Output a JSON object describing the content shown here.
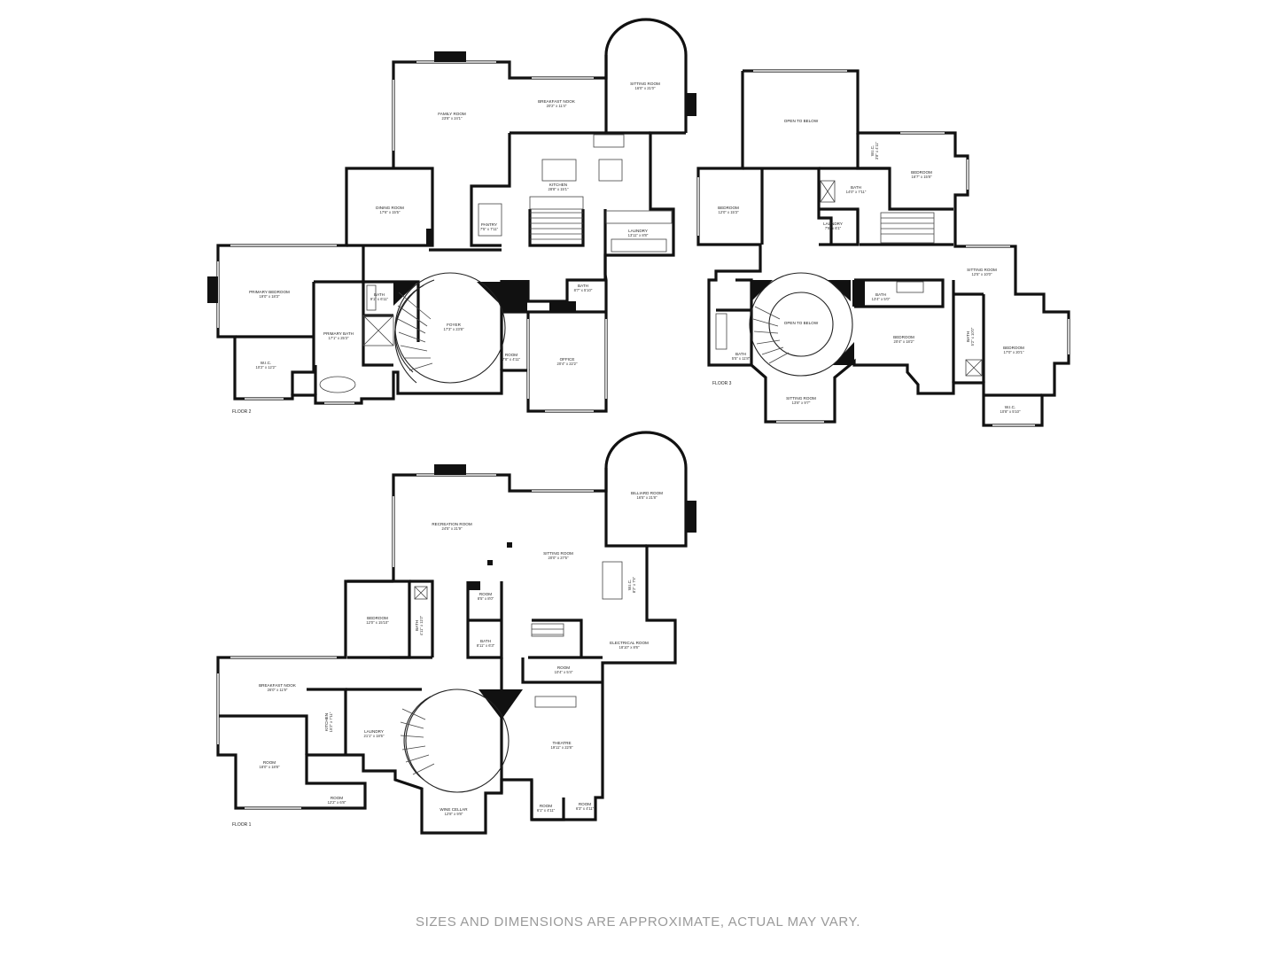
{
  "disclaimer": "SIZES AND DIMENSIONS ARE APPROXIMATE, ACTUAL MAY VARY.",
  "floors": [
    {
      "id": "floor2",
      "label": "FLOOR 2",
      "rooms": [
        {
          "name": "FAMILY ROOM",
          "dim": "23'8\" x 24'1\""
        },
        {
          "name": "BREAKFAST NOOK",
          "dim": "20'2\" x 11'4\""
        },
        {
          "name": "SITTING ROOM",
          "dim": "16'0\" x 21'0\""
        },
        {
          "name": "DINING ROOM",
          "dim": "17'6\" x 15'5\""
        },
        {
          "name": "KITCHEN",
          "dim": "28'8\" x 15'1\""
        },
        {
          "name": "PANTRY",
          "dim": "7'5\" x 7'11\""
        },
        {
          "name": "LAUNDRY",
          "dim": "13'11\" x 8'8\""
        },
        {
          "name": "PRIMARY BEDROOM",
          "dim": "19'0\" x 18'3\""
        },
        {
          "name": "BATH",
          "dim": "9'1\" x 6'11\""
        },
        {
          "name": "PRIMARY BATH",
          "dim": "17'1\" x 25'3\""
        },
        {
          "name": "W.I.C.",
          "dim": "10'2\" x 12'2\""
        },
        {
          "name": "FOYER",
          "dim": "17'3\" x 23'8\""
        },
        {
          "name": "BATH",
          "dim": "8'7\" x 5'10\""
        },
        {
          "name": "ROOM",
          "dim": "7'8\" x 4'11\""
        },
        {
          "name": "OFFICE",
          "dim": "20'4\" x 22'2\""
        }
      ]
    },
    {
      "id": "floor3",
      "label": "FLOOR 3",
      "rooms": [
        {
          "name": "OPEN TO BELOW",
          "dim": ""
        },
        {
          "name": "BEDROOM",
          "dim": "16'7\" x 15'8\""
        },
        {
          "name": "W.I.C.",
          "dim": "3'8\" x 4'11\""
        },
        {
          "name": "BATH",
          "dim": "14'0\" x 7'11\""
        },
        {
          "name": "BEDROOM",
          "dim": "12'0\" x 15'3\""
        },
        {
          "name": "LAUNDRY",
          "dim": "7'8\" x 6'1\""
        },
        {
          "name": "SITTING ROOM",
          "dim": "12'5\" x 10'0\""
        },
        {
          "name": "BATH",
          "dim": "13'4\" x 5'0\""
        },
        {
          "name": "OPEN TO BELOW",
          "dim": ""
        },
        {
          "name": "BEDROOM",
          "dim": "20'4\" x 18'2\""
        },
        {
          "name": "BATH",
          "dim": "5'5\" x 11'8\""
        },
        {
          "name": "SITTING ROOM",
          "dim": "13'8\" x 9'7\""
        },
        {
          "name": "BATH",
          "dim": "5'2\" x 10'0\""
        },
        {
          "name": "BEDROOM",
          "dim": "17'0\" x 20'1\""
        },
        {
          "name": "W.I.C.",
          "dim": "10'8\" x 5'10\""
        }
      ]
    },
    {
      "id": "floor1",
      "label": "FLOOR 1",
      "rooms": [
        {
          "name": "RECREATION ROOM",
          "dim": "24'5\" x 21'9\""
        },
        {
          "name": "BILLIARD ROOM",
          "dim": "16'5\" x 21'8\""
        },
        {
          "name": "SITTING ROOM",
          "dim": "20'0\" x 27'5\""
        },
        {
          "name": "BEDROOM",
          "dim": "12'0\" x 15'10\""
        },
        {
          "name": "BATH",
          "dim": "4'11\" x 11'0\""
        },
        {
          "name": "ROOM",
          "dim": "8'5\" x 8'0\""
        },
        {
          "name": "BATH",
          "dim": "8'11\" x 6'3\""
        },
        {
          "name": "W.I.C.",
          "dim": "8'2\" x 7'5\""
        },
        {
          "name": "ELECTRICAL ROOM",
          "dim": "18'10\" x 8'6\""
        },
        {
          "name": "ROOM",
          "dim": "10'4\" x 5'4\""
        },
        {
          "name": "BREAKFAST NOOK",
          "dim": "26'0\" x 11'9\""
        },
        {
          "name": "KITCHEN",
          "dim": "15'2\" x 7'11\""
        },
        {
          "name": "LAUNDRY",
          "dim": "21'1\" x 18'5\""
        },
        {
          "name": "THEATRE",
          "dim": "19'11\" x 22'8\""
        },
        {
          "name": "ROOM",
          "dim": "18'0\" x 18'8\""
        },
        {
          "name": "ROOM",
          "dim": "12'2\" x 6'8\""
        },
        {
          "name": "WINE CELLAR",
          "dim": "12'8\" x 9'8\""
        },
        {
          "name": "ROOM",
          "dim": "6'1\" x 4'11\""
        },
        {
          "name": "ROOM",
          "dim": "6'3\" x 4'11\""
        }
      ]
    }
  ]
}
